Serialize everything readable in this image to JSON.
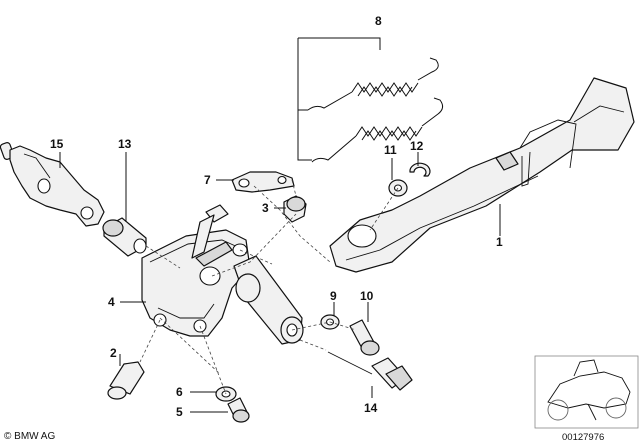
{
  "parts": [
    {
      "number": "1"
    },
    {
      "number": "2"
    },
    {
      "number": "3"
    },
    {
      "number": "4"
    },
    {
      "number": "5"
    },
    {
      "number": "6"
    },
    {
      "number": "7"
    },
    {
      "number": "8"
    },
    {
      "number": "9"
    },
    {
      "number": "10"
    },
    {
      "number": "11"
    },
    {
      "number": "12"
    },
    {
      "number": "13"
    },
    {
      "number": "14"
    },
    {
      "number": "15"
    }
  ],
  "footer": {
    "copyright": "© BMW AG",
    "drawing_number": "00127976"
  }
}
